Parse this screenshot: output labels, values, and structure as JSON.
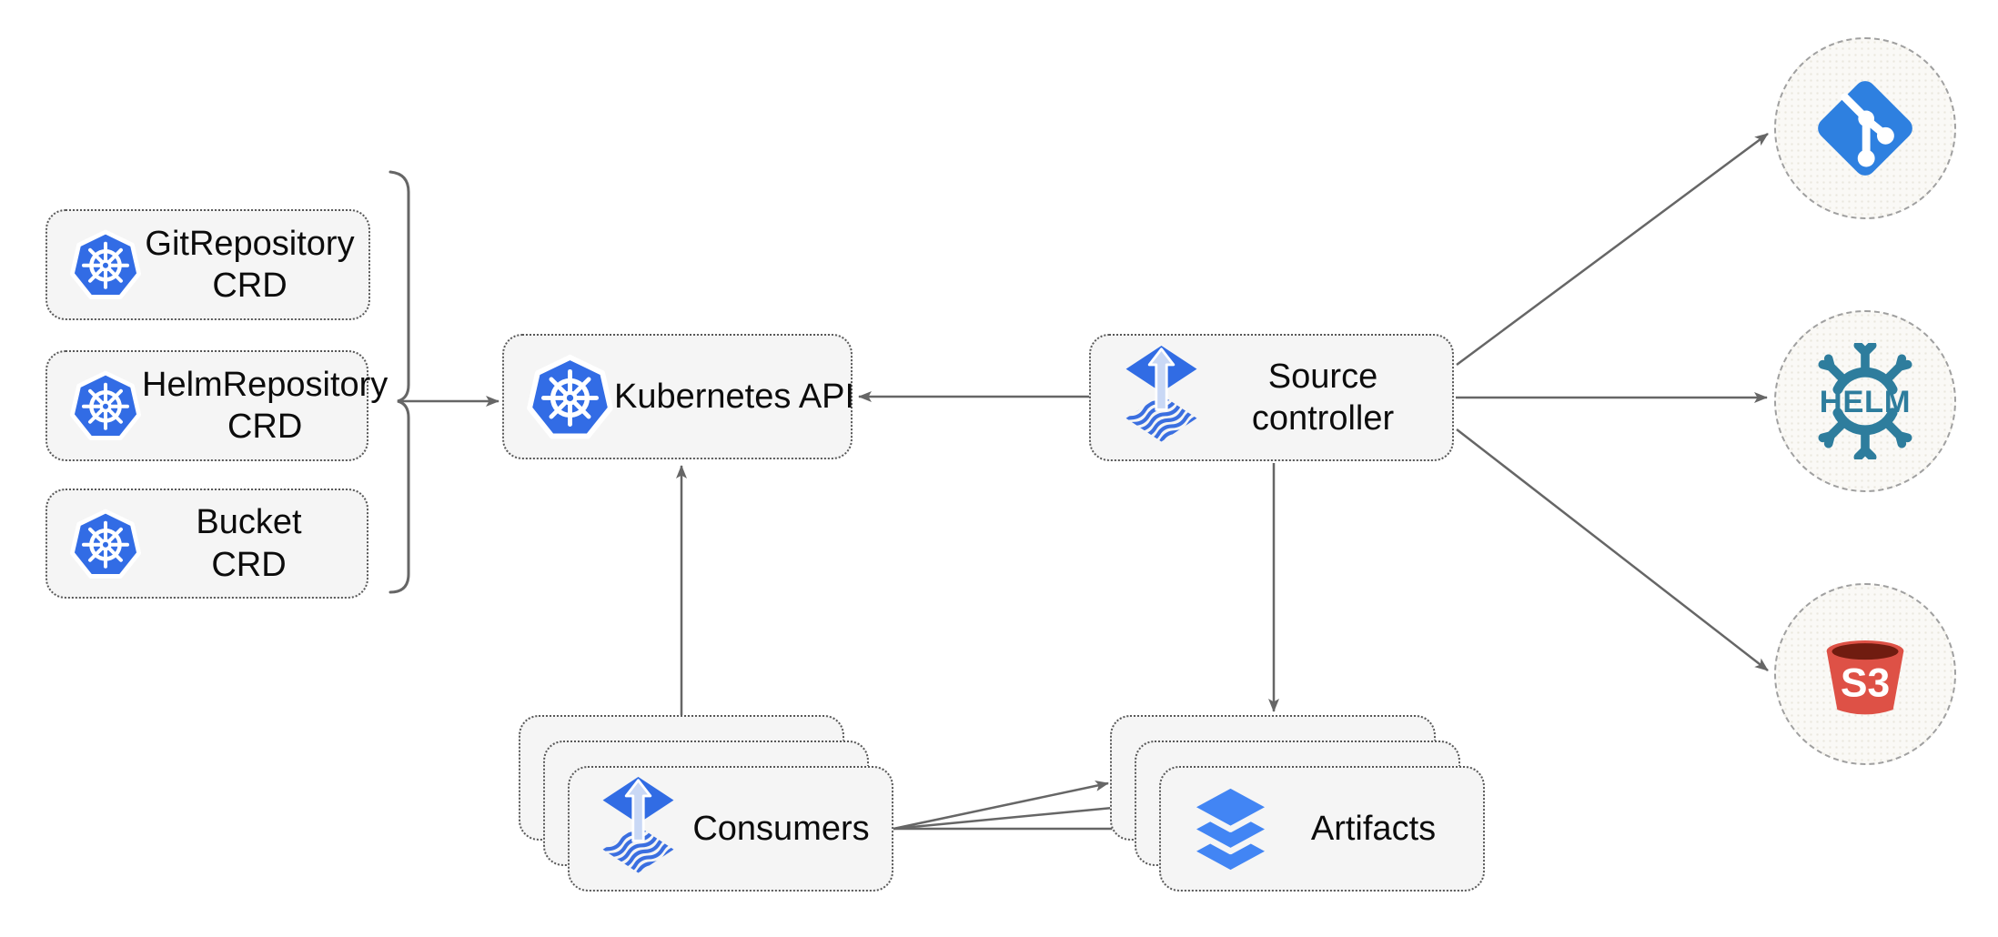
{
  "diagram": {
    "nodes": {
      "crd_boxes": [
        {
          "line1": "GitRepository",
          "line2": "CRD"
        },
        {
          "line1": "HelmRepository",
          "line2": "CRD"
        },
        {
          "line1": "Bucket",
          "line2": "CRD"
        }
      ],
      "kubernetes_api": {
        "label": "Kubernetes API"
      },
      "source_controller": {
        "line1": "Source",
        "line2": "controller"
      },
      "consumers": {
        "label": "Consumers"
      },
      "artifacts": {
        "label": "Artifacts"
      },
      "external_sources": [
        {
          "name": "git",
          "icon": "git-icon",
          "label": ""
        },
        {
          "name": "helm",
          "icon": "helm-icon",
          "label": "HELM"
        },
        {
          "name": "s3",
          "icon": "s3-bucket-icon",
          "label": "S3"
        }
      ]
    },
    "connections": [
      {
        "from": "crd-bracket",
        "to": "kubernetes-api"
      },
      {
        "from": "source-controller",
        "to": "kubernetes-api"
      },
      {
        "from": "consumers",
        "to": "kubernetes-api"
      },
      {
        "from": "source-controller",
        "to": "artifacts"
      },
      {
        "from": "source-controller",
        "to": "git"
      },
      {
        "from": "source-controller",
        "to": "helm"
      },
      {
        "from": "source-controller",
        "to": "s3"
      },
      {
        "from": "consumers",
        "to": "artifacts"
      },
      {
        "from": "consumers",
        "to": "artifacts"
      },
      {
        "from": "consumers",
        "to": "artifacts"
      }
    ],
    "colors": {
      "kubernetes_blue": "#326CE5",
      "flux_blue": "#316CE4",
      "flux_arrow_light": "#C9D8F5",
      "artifacts_blue": "#4285F4",
      "git_blue": "#2E80E0",
      "helm_teal": "#2E7D9D",
      "s3_red": "#DE5146",
      "s3_dark": "#701C10",
      "arrow_gray": "#666666",
      "node_fill": "#F5F5F5",
      "circle_fill": "#FAF9F6",
      "text": "#0C0C0C"
    }
  }
}
